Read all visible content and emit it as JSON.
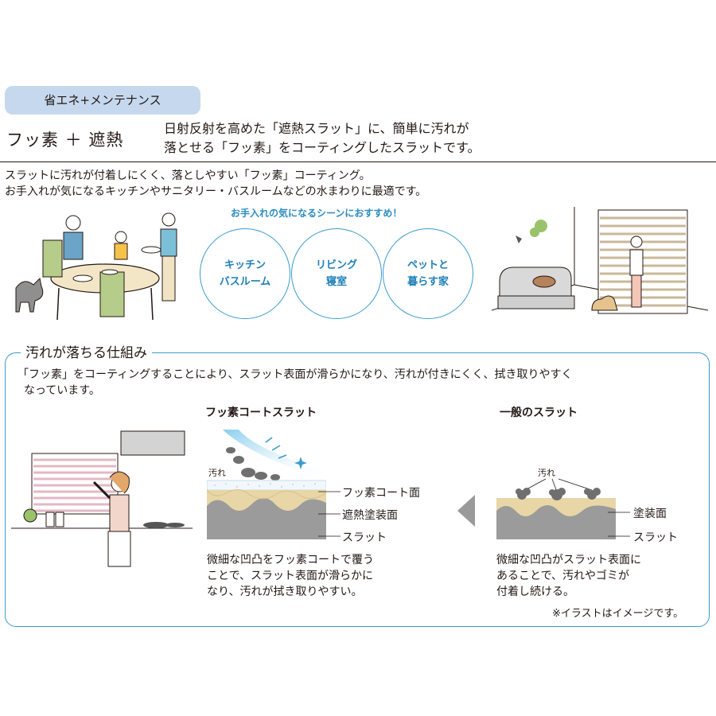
{
  "header": {
    "category_tag": "省エネ+メンテナンス",
    "product_name": "フッ素 ＋ 遮熱",
    "product_desc": [
      "日射反射を高めた「遮熱スラット」に、簡単に汚れが",
      "落とせる「フッ素」をコーティングしたスラットです。"
    ]
  },
  "intro": {
    "lines": [
      "スラットに汚れが付着しにくく、落としやすい「フッ素」コーティング。",
      "お手入れが気になるキッチンやサニタリー・バスルームなどの水まわりに最適です。"
    ],
    "recommend": "お手入れの気になるシーンにおすすめ！",
    "scenes": [
      {
        "line1": "キッチン",
        "line2": "バスルーム"
      },
      {
        "line1": "リビング",
        "line2": "寝室"
      },
      {
        "line1": "ペットと",
        "line2": "暮らす家"
      }
    ]
  },
  "mechanism": {
    "title": "汚れが落ちる仕組み",
    "desc": [
      "「フッ素」をコーティングすることにより、スラット表面が滑らかになり、汚れが付きにくく、拭き取りやすく",
      "なっています。"
    ],
    "fluoro": {
      "title": "フッ素コートスラット",
      "dirt_label": "汚れ",
      "labels": [
        "フッ素コート面",
        "遮熱塗装面",
        "スラット"
      ],
      "caption": [
        "微細な凹凸をフッ素コートで覆う",
        "ことで、スラット表面が滑らかに",
        "なり、汚れが拭き取りやすい。"
      ]
    },
    "general": {
      "title": "一般のスラット",
      "dirt_label": "汚れ",
      "labels": [
        "塗装面",
        "スラット"
      ],
      "caption": [
        "微細な凹凸がスラット表面に",
        "あることで、汚れやゴミが",
        "付着し続ける。"
      ]
    },
    "note": "※イラストはイメージです。"
  },
  "colors": {
    "accent_blue": "#3a9bd0",
    "tag_bg": "#c5d8ed",
    "coat_beige": "#e8d6a6",
    "slat_gray": "#9b9b9b",
    "dirt_gray": "#6f6f6f"
  }
}
